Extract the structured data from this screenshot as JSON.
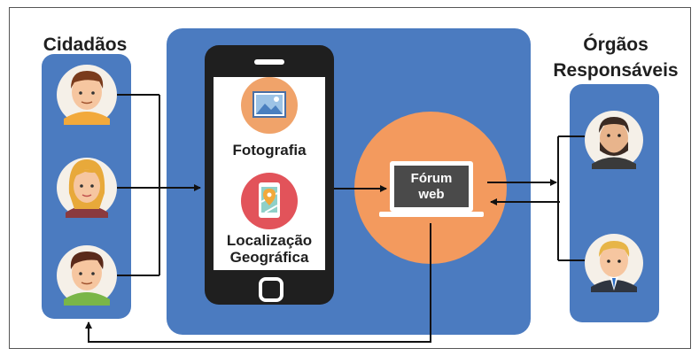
{
  "diagram": {
    "left_title": "Cidadãos",
    "right_title_line1": "Órgãos",
    "right_title_line2": "Responsáveis",
    "app_item_photo": "Fotografia",
    "app_item_location_line1": "Localização",
    "app_item_location_line2": "Geográfica",
    "forum_line1": "Fórum",
    "forum_line2": "web"
  },
  "icons": {
    "citizens": [
      "man-avatar-icon",
      "woman-avatar-icon",
      "boy-avatar-icon"
    ],
    "officials": [
      "bearded-man-avatar-icon",
      "businessman-avatar-icon"
    ],
    "app": [
      "photo-icon",
      "map-location-icon"
    ]
  },
  "colors": {
    "panel_blue": "#4b7bc0",
    "forum_orange": "#f39a5e",
    "phone_black": "#1f1f1f",
    "photo_circle": "#f0a36a",
    "map_circle": "#e2535a"
  }
}
